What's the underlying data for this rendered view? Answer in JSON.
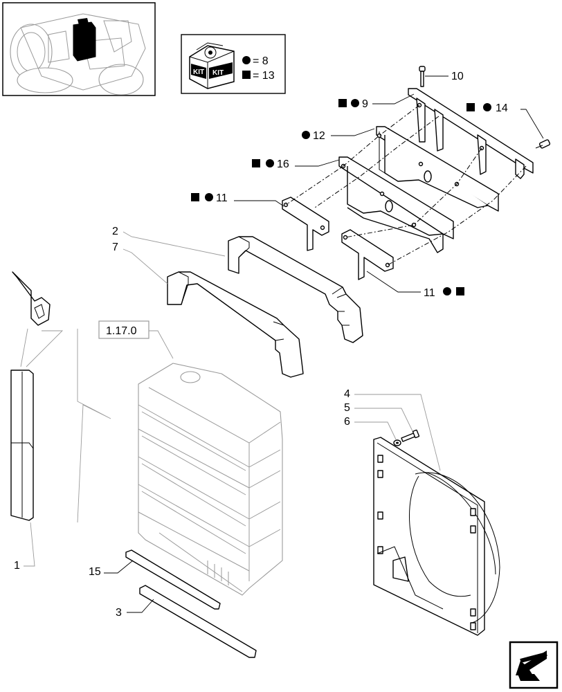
{
  "kit_legend": {
    "kit_text_left": "KIT",
    "kit_text_right": "KIT",
    "circle_entry": "= 8",
    "square_entry": "= 13"
  },
  "reference_box": {
    "label": "1.17.0"
  },
  "callouts": {
    "c1": "1",
    "c2": "2",
    "c3": "3",
    "c4": "4",
    "c5": "5",
    "c6": "6",
    "c7": "7",
    "c9": "9",
    "c10": "10",
    "c11_left": "11",
    "c11_right": "11",
    "c12": "12",
    "c14": "14",
    "c15": "15",
    "c16": "16"
  },
  "icons": {
    "kit_box": "kit-box-icon",
    "nav_arrow": "next-page-arrow-icon",
    "kit_circle": "circle-marker",
    "kit_square": "square-marker"
  }
}
